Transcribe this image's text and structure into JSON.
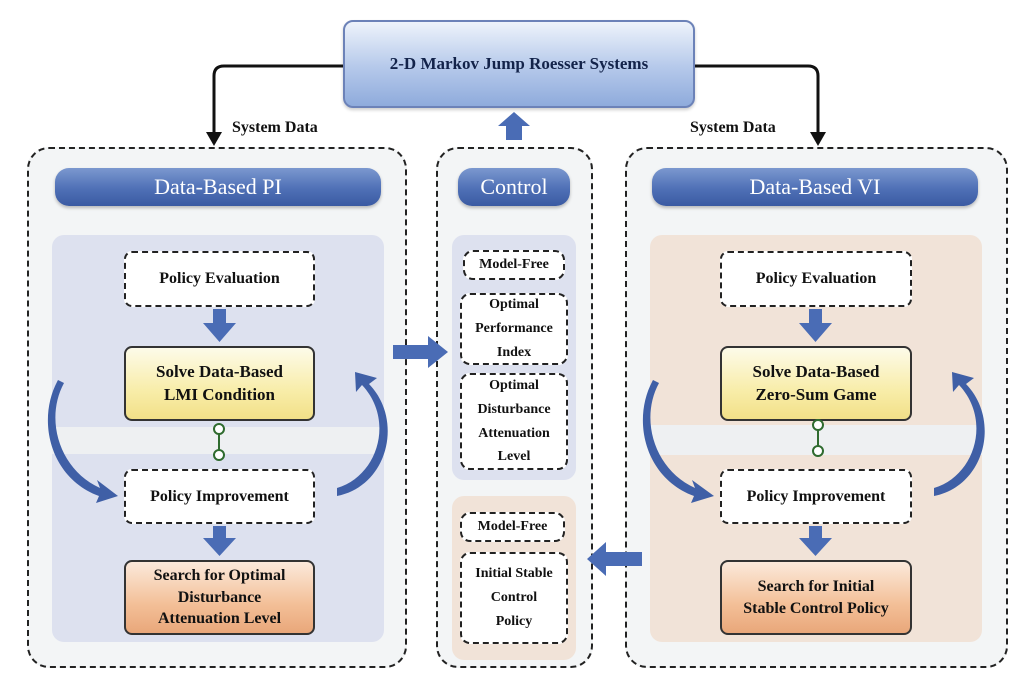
{
  "top": {
    "title": "2-D Markov Jump Roesser Systems"
  },
  "labels": {
    "system_data_left": "System Data",
    "system_data_right": "System Data"
  },
  "left": {
    "header": "Data-Based PI",
    "policy_evaluation": "Policy Evaluation",
    "solve_lines": [
      "Solve Data-Based",
      "LMI Condition"
    ],
    "policy_improvement": "Policy Improvement",
    "search_lines": [
      "Search for Optimal",
      "Disturbance",
      "Attenuation Level"
    ]
  },
  "center": {
    "header": "Control",
    "model_free_1": "Model-Free",
    "opi_lines": [
      "Optimal",
      "Performance",
      "Index"
    ],
    "odal_lines": [
      "Optimal",
      "Disturbance",
      "Attenuation",
      "Level"
    ],
    "model_free_2": "Model-Free",
    "iscp_lines": [
      "Initial Stable",
      "Control",
      "Policy"
    ]
  },
  "right": {
    "header": "Data-Based VI",
    "policy_evaluation": "Policy Evaluation",
    "solve_lines": [
      "Solve Data-Based",
      "Zero-Sum Game"
    ],
    "policy_improvement": "Policy Improvement",
    "search_lines": [
      "Search for Initial",
      "Stable Control Policy"
    ]
  },
  "colors": {
    "arrow_blue": "#4a6cb5",
    "link_green": "#2f6b2f",
    "header_blue": "#4f70b6"
  }
}
